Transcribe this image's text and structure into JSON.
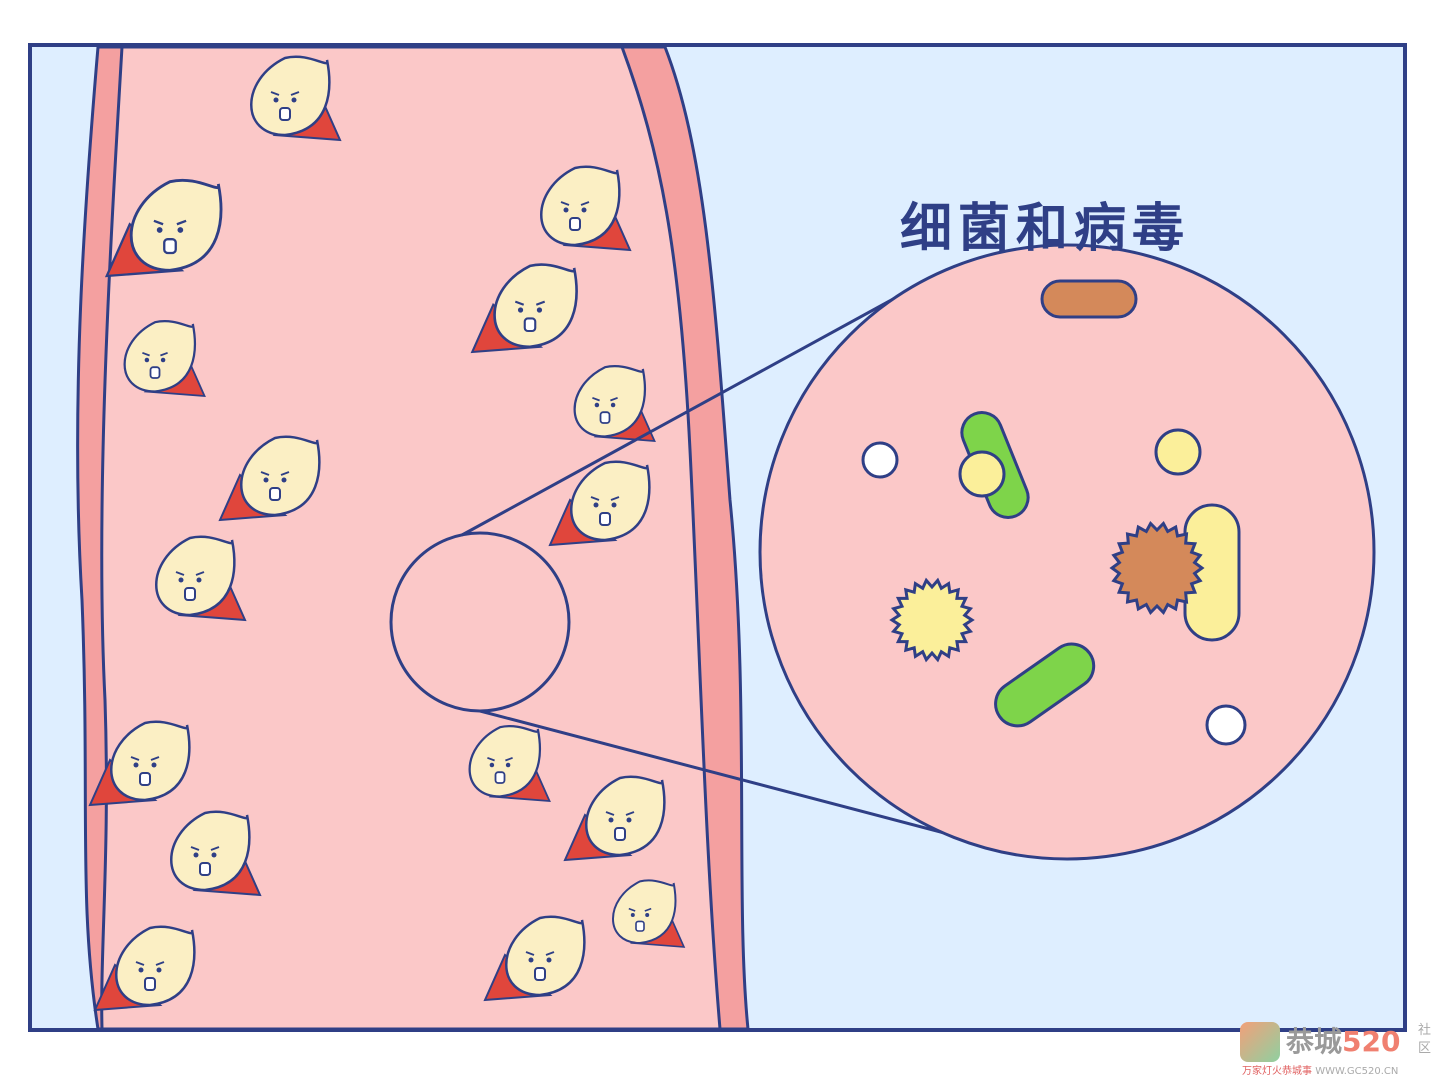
{
  "illustration": {
    "title": "细菌和病毒",
    "colors": {
      "background": "#deeeff",
      "border": "#2f3f86",
      "vessel_wall": "#f4a0a0",
      "vessel_inner": "#fbc8c8",
      "cell_body": "#fbefc4",
      "cape": "#e0463c",
      "rod_brown": "#d4895a",
      "rod_green": "#7ed44a",
      "yellow": "#fbef9a",
      "white_dot": "#ffffff"
    }
  },
  "watermark": {
    "name": "恭城",
    "number": "520",
    "suffix": "社区",
    "slogan": "万家灯火恭城事",
    "url": "WWW.GC520.CN"
  }
}
